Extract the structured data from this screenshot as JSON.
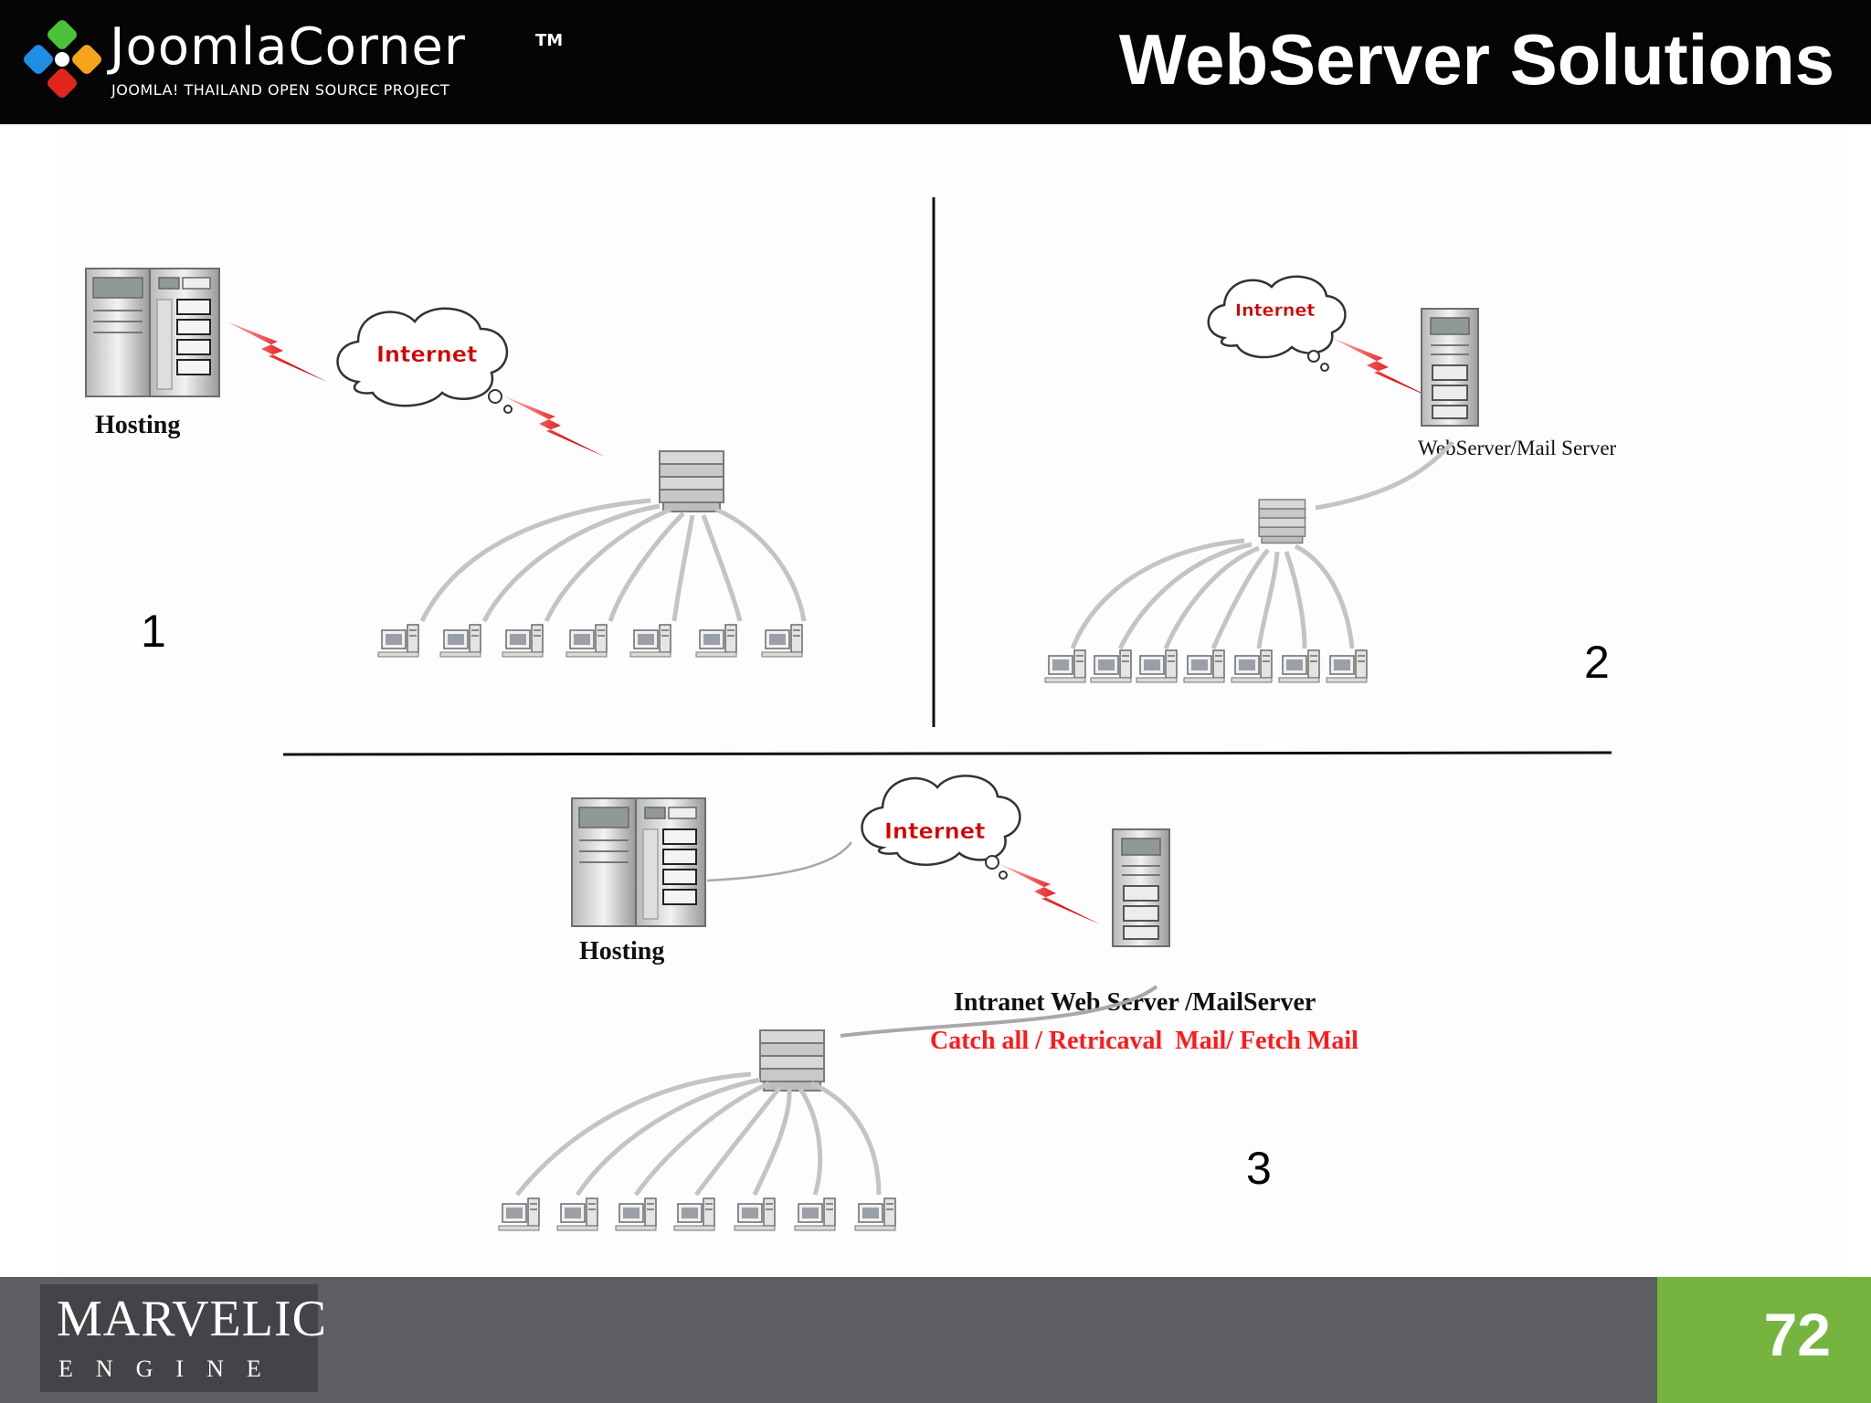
{
  "header": {
    "logo_text": "JoomlaCorner",
    "logo_tm": "TM",
    "logo_subtitle": "JOOMLA! THAILAND OPEN SOURCE PROJECT",
    "title": "WebServer Solutions"
  },
  "diagram": {
    "internet_label": "Internet",
    "region1": {
      "number": "1",
      "hosting_label": "Hosting"
    },
    "region2": {
      "number": "2",
      "server_label": "WebServer/Mail Server"
    },
    "region3": {
      "number": "3",
      "hosting_label": "Hosting",
      "server_label": "Intranet Web Server /MailServer",
      "note": "Catch all / Retricaval  Mail/ Fetch Mail"
    },
    "colors": {
      "note": "#ff1a1a",
      "internet_text": "#d10000",
      "bolt": "#e41c1c"
    }
  },
  "footer": {
    "brand_name": "MARVELIC",
    "brand_sub": "ENGINE",
    "page_number": "72",
    "page_box_color": "#75b53f"
  }
}
